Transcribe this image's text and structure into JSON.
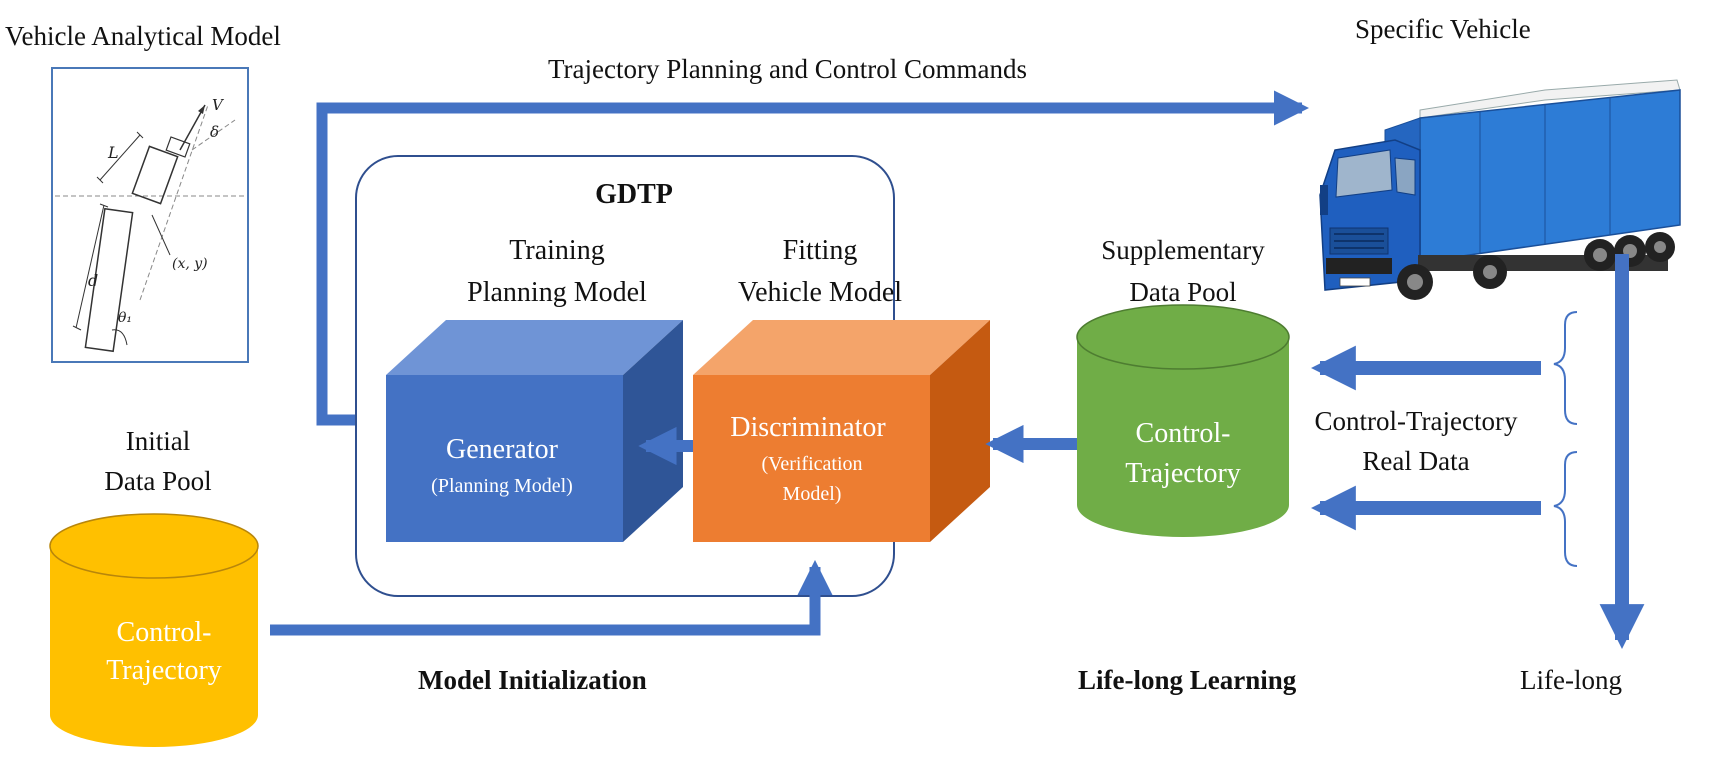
{
  "vehicle_model": {
    "title": "Vehicle Analytical Model",
    "label_L": "L",
    "label_V": "V",
    "label_delta": "δ",
    "label_d": "d",
    "label_xy": "(x, y)",
    "label_theta": "θ₁"
  },
  "commands_label": "Trajectory Planning and Control Commands",
  "specific_vehicle": "Specific Vehicle",
  "gdtp": {
    "title": "GDTP",
    "training_line1": "Training",
    "training_line2": "Planning Model",
    "fitting_line1": "Fitting",
    "fitting_line2": "Vehicle Model",
    "generator": "Generator",
    "generator_sub": "(Planning Model)",
    "discriminator": "Discriminator",
    "discriminator_sub1": "(Verification",
    "discriminator_sub2": "Model)"
  },
  "initial_pool": {
    "line1": "Initial",
    "line2": "Data Pool",
    "cyl_line1": "Control-",
    "cyl_line2": "Trajectory"
  },
  "supplementary_pool": {
    "line1": "Supplementary",
    "line2": "Data Pool",
    "cyl_line1": "Control-",
    "cyl_line2": "Trajectory"
  },
  "real_data": {
    "line1": "Control-Trajectory",
    "line2": "Real Data"
  },
  "model_initialization": "Model Initialization",
  "lifelong_learning": "Life-long Learning",
  "lifelong": "Life-long",
  "colors": {
    "arrow": "#4472c4",
    "generator_front": "#4472c4",
    "generator_top": "#6f94d6",
    "generator_side": "#2f5597",
    "discriminator_front": "#ed7d31",
    "discriminator_top": "#f4a46a",
    "discriminator_side": "#c55a11",
    "initial_pool": "#ffc000",
    "supplementary_pool": "#70ad47",
    "gdtp_border": "#2f4f8f",
    "truck_cab": "#1f5fbf",
    "truck_trailer": "#2d7cd6"
  }
}
